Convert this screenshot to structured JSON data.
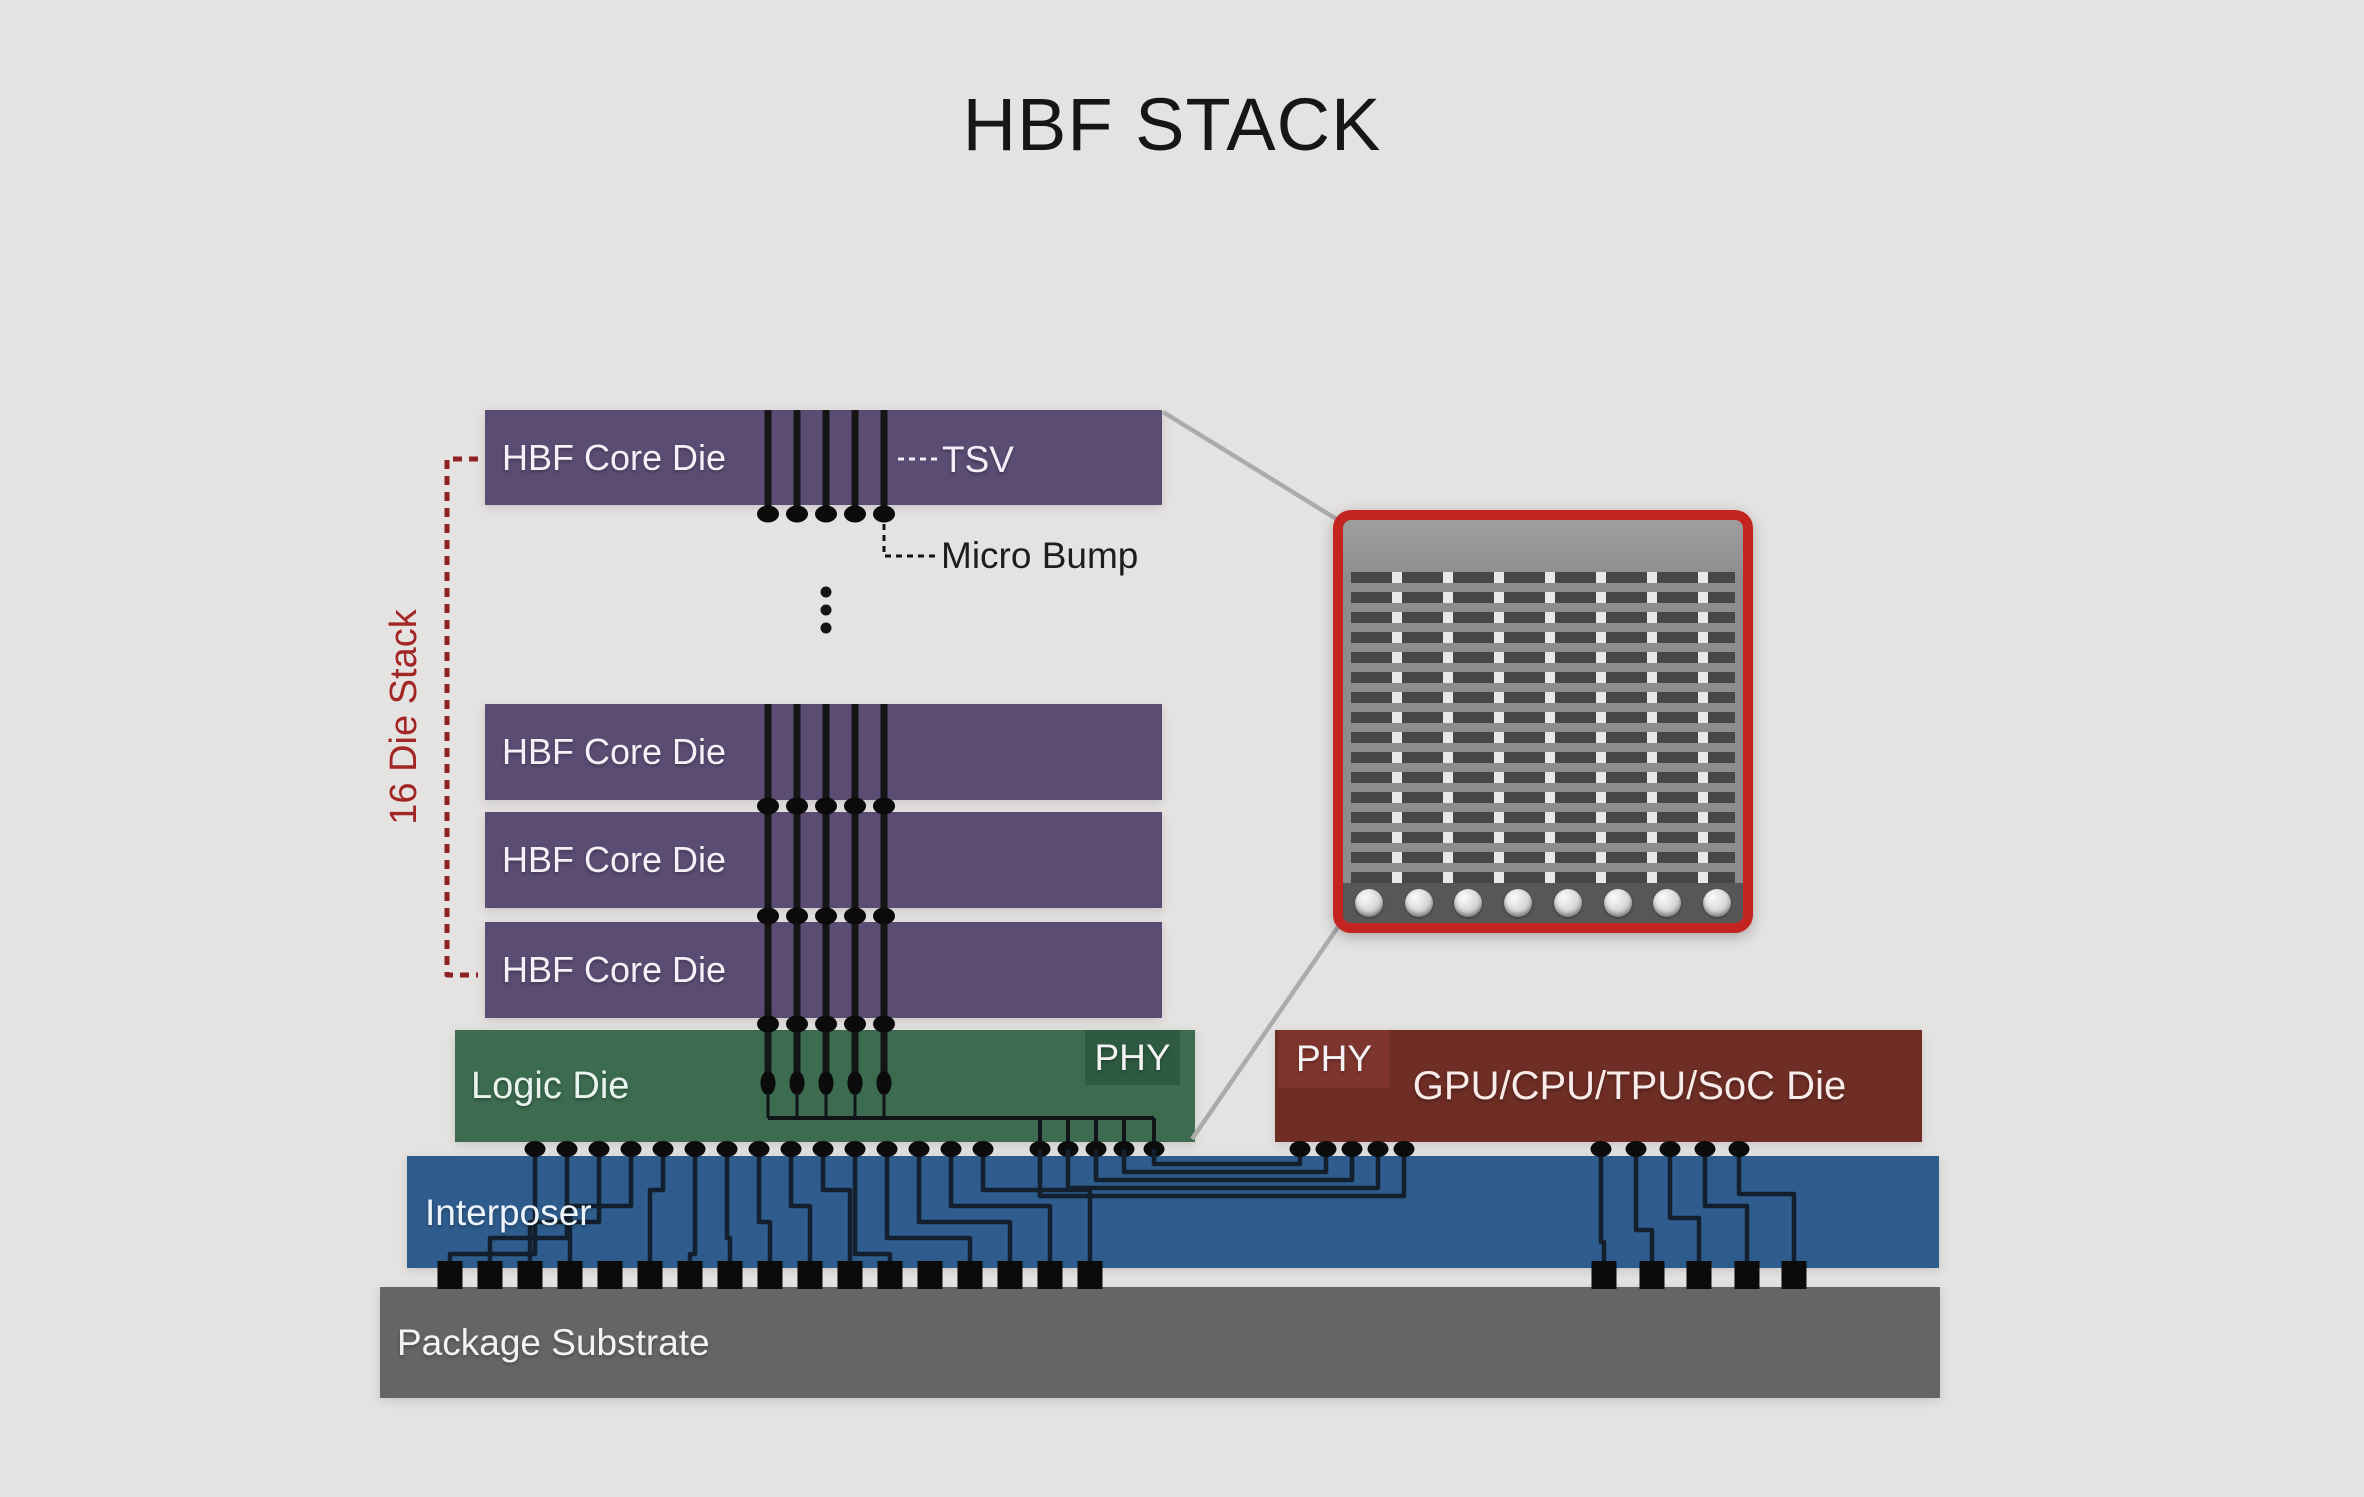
{
  "title": "HBF STACK",
  "stack": {
    "core_die_label": "HBF Core Die",
    "tsv_label": "TSV",
    "micro_bump_label": "Micro Bump",
    "bracket_label": "16 Die Stack"
  },
  "logic_die": {
    "label": "Logic Die",
    "phy_label": "PHY"
  },
  "soc_die": {
    "label": "GPU/CPU/TPU/SoC Die",
    "phy_label": "PHY"
  },
  "interposer": {
    "label": "Interposer"
  },
  "substrate": {
    "label": "Package Substrate"
  },
  "inset": {
    "die_rows": 16,
    "solder_balls": 8
  },
  "colors": {
    "background": "#e5e3e1",
    "title_text": "#161616",
    "core_die": "#5b4c73",
    "core_die_text": "#f5f1f7",
    "logic_die": "#3c6b50",
    "logic_phy": "#2d5a41",
    "soc_die": "#6e2d25",
    "soc_phy": "#7e352d",
    "interposer": "#2e5c8d",
    "substrate": "#656567",
    "wire": "#131f2c",
    "tsv_line": "#151515",
    "bump": "#0b0b0c",
    "bracket": "#8e2323",
    "bracket_text": "#a32626",
    "callout_line": "#ababab",
    "inset_border": "#c3241f"
  }
}
